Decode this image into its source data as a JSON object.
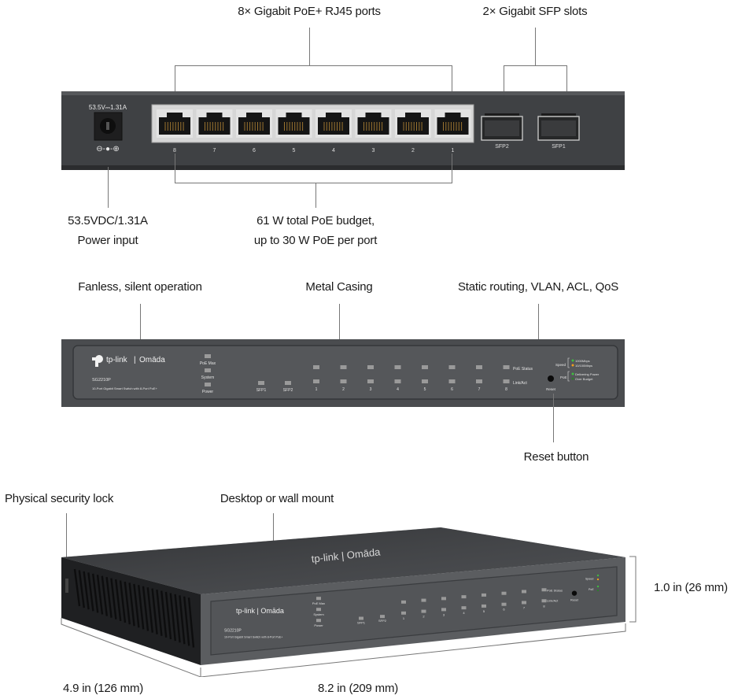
{
  "colors": {
    "chassis": "#3f4144",
    "chassis_dark": "#2c2e30",
    "panel": "#505256",
    "port_frame": "#d4d4d4",
    "led_off": "#9a9a9a",
    "led_green": "#3fbf3f",
    "led_amber": "#f0a020",
    "leader_line": "#777777",
    "label_text": "#1a1a1a"
  },
  "rear_view": {
    "callouts": {
      "rj45": "8× Gigabit PoE+ RJ45 ports",
      "sfp": "2× Gigabit SFP slots",
      "power_line1": "53.5VDC/1.31A",
      "power_line2": "Power input",
      "poe_line1": "61 W total PoE budget,",
      "poe_line2": "up to 30 W PoE per port"
    },
    "power_rating": "53.5V⎓1.31A",
    "polarity_symbol": "⊖-●-⊕",
    "rj45_ports": [
      "8",
      "7",
      "6",
      "5",
      "4",
      "3",
      "2",
      "1"
    ],
    "sfp_slots": [
      "SFP2",
      "SFP1"
    ]
  },
  "front_view": {
    "callouts": {
      "fanless": "Fanless, silent operation",
      "metal": "Metal Casing",
      "features": "Static routing, VLAN, ACL, QoS",
      "reset": "Reset button"
    },
    "brand": "tp-link",
    "sub_brand": "Omāda",
    "model": "SG2210P",
    "description": "10-Port Gigabit Smart Switch with 8-Port PoE+",
    "system_leds": [
      "PoE Max",
      "System",
      "Power"
    ],
    "sfp_leds": [
      "SFP1",
      "SFP2"
    ],
    "port_leds": [
      "1",
      "2",
      "3",
      "4",
      "5",
      "6",
      "7",
      "8"
    ],
    "row_labels": {
      "poe_status": "PoE Status",
      "link_act": "Link/Act"
    },
    "reset_label": "Reset",
    "legend": {
      "speed_label": "Speed",
      "speed_items": [
        "1000Mbps",
        "10/100Mbps"
      ],
      "poe_label": "PoE",
      "poe_items": [
        "Delivering Power",
        "Over Budget"
      ]
    }
  },
  "iso_view": {
    "callouts": {
      "lock": "Physical security lock",
      "mount": "Desktop or wall mount",
      "height": "1.0 in (26 mm)",
      "depth": "4.9 in (126 mm)",
      "width": "8.2 in (209 mm)"
    },
    "top_logo": "tp-link | Omāda"
  }
}
